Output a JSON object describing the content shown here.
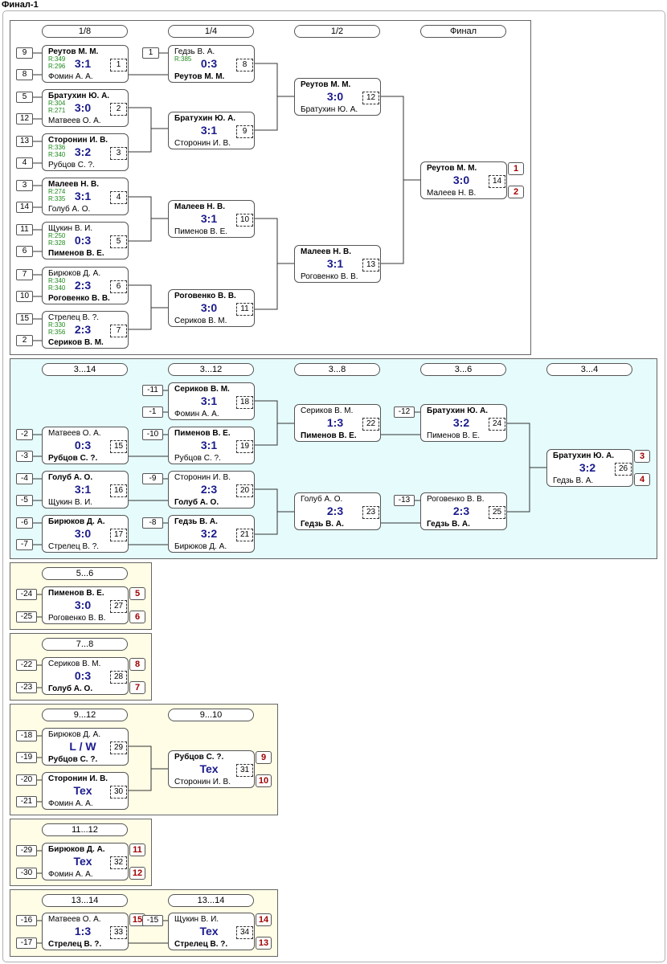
{
  "title": "Финал-1",
  "colors": {
    "score": "#1a1a8c",
    "rating": "#1d8a1d",
    "place": "#a00000",
    "panel_main": "#ffffff",
    "panel_consolation": "#e6fbfc",
    "panel_placement": "#fffde6"
  },
  "rounds": {
    "r1_8": "1/8",
    "r1_4": "1/4",
    "r1_2": "1/2",
    "final": "Финал",
    "r3_14": "3...14",
    "r3_12": "3...12",
    "r3_8": "3...8",
    "r3_6": "3...6",
    "r3_4": "3...4",
    "r5_6": "5...6",
    "r7_8": "7...8",
    "r9_12": "9...12",
    "r9_10": "9...10",
    "r11_12": "11...12",
    "r13_14a": "13...14",
    "r13_14b": "13...14"
  },
  "matches": {
    "m1": {
      "p1": "Реутов М. М.",
      "p2": "Фомин А. А.",
      "r1": "R:349",
      "r2": "R:296",
      "score": "3:1",
      "num": "1",
      "s1": "9",
      "s2": "8"
    },
    "m2": {
      "p1": "Братухин Ю. А.",
      "p2": "Матвеев О. А.",
      "r1": "R:304",
      "r2": "R:271",
      "score": "3:0",
      "num": "2",
      "s1": "5",
      "s2": "12"
    },
    "m3": {
      "p1": "Сторонин И. В.",
      "p2": "Рубцов С. ?.",
      "r1": "R:336",
      "r2": "R:340",
      "score": "3:2",
      "num": "3",
      "s1": "13",
      "s2": "4"
    },
    "m4": {
      "p1": "Малеев Н. В.",
      "p2": "Голуб А. О.",
      "r1": "R:274",
      "r2": "R:335",
      "score": "3:1",
      "num": "4",
      "s1": "3",
      "s2": "14"
    },
    "m5": {
      "p1": "Щукин В. И.",
      "p2": "Пименов В. Е.",
      "r1": "R:250",
      "r2": "R:328",
      "score": "0:3",
      "num": "5",
      "s1": "11",
      "s2": "6"
    },
    "m6": {
      "p1": "Бирюков Д. А.",
      "p2": "Роговенко В. В.",
      "r1": "R:340",
      "r2": "R:340",
      "score": "2:3",
      "num": "6",
      "s1": "7",
      "s2": "10"
    },
    "m7": {
      "p1": "Стрелец В. ?.",
      "p2": "Сериков В. М.",
      "r1": "R:330",
      "r2": "R:356",
      "score": "2:3",
      "num": "7",
      "s1": "15",
      "s2": "2"
    },
    "m8": {
      "p1": "Гедзь В. А.",
      "p2": "Реутов М. М.",
      "r1": "R:385",
      "r2": "",
      "score": "0:3",
      "num": "8",
      "s1": "1"
    },
    "m9": {
      "p1": "Братухин Ю. А.",
      "p2": "Сторонин И. В.",
      "score": "3:1",
      "num": "9"
    },
    "m10": {
      "p1": "Малеев Н. В.",
      "p2": "Пименов В. Е.",
      "score": "3:1",
      "num": "10"
    },
    "m11": {
      "p1": "Роговенко В. В.",
      "p2": "Сериков В. М.",
      "score": "3:0",
      "num": "11"
    },
    "m12": {
      "p1": "Реутов М. М.",
      "p2": "Братухин Ю. А.",
      "score": "3:0",
      "num": "12"
    },
    "m13": {
      "p1": "Малеев Н. В.",
      "p2": "Роговенко В. В.",
      "score": "3:1",
      "num": "13"
    },
    "m14": {
      "p1": "Реутов М. М.",
      "p2": "Малеев Н. В.",
      "score": "3:0",
      "num": "14",
      "pl1": "1",
      "pl2": "2"
    },
    "m15": {
      "p1": "Матвеев О. А.",
      "p2": "Рубцов С. ?.",
      "score": "0:3",
      "num": "15",
      "s1": "-2",
      "s2": "-3"
    },
    "m16": {
      "p1": "Голуб А. О.",
      "p2": "Щукин В. И.",
      "score": "3:1",
      "num": "16",
      "s1": "-4",
      "s2": "-5"
    },
    "m17": {
      "p1": "Бирюков Д. А.",
      "p2": "Стрелец В. ?.",
      "score": "3:0",
      "num": "17",
      "s1": "-6",
      "s2": "-7"
    },
    "m18": {
      "p1": "Сериков В. М.",
      "p2": "Фомин А. А.",
      "score": "3:1",
      "num": "18",
      "s1": "-11",
      "s2": "-1"
    },
    "m19": {
      "p1": "Пименов В. Е.",
      "p2": "Рубцов С. ?.",
      "score": "3:1",
      "num": "19",
      "s1": "-10"
    },
    "m20": {
      "p1": "Сторонин И. В.",
      "p2": "Голуб А. О.",
      "score": "2:3",
      "num": "20",
      "s1": "-9"
    },
    "m21": {
      "p1": "Гедзь В. А.",
      "p2": "Бирюков Д. А.",
      "score": "3:2",
      "num": "21",
      "s1": "-8"
    },
    "m22": {
      "p1": "Сериков В. М.",
      "p2": "Пименов В. Е.",
      "score": "1:3",
      "num": "22"
    },
    "m23": {
      "p1": "Голуб А. О.",
      "p2": "Гедзь В. А.",
      "score": "2:3",
      "num": "23"
    },
    "m24": {
      "p1": "Братухин Ю. А.",
      "p2": "Пименов В. Е.",
      "score": "3:2",
      "num": "24",
      "s1": "-12"
    },
    "m25": {
      "p1": "Роговенко В. В.",
      "p2": "Гедзь В. А.",
      "score": "2:3",
      "num": "25",
      "s1": "-13"
    },
    "m26": {
      "p1": "Братухин Ю. А.",
      "p2": "Гедзь В. А.",
      "score": "3:2",
      "num": "26",
      "pl1": "3",
      "pl2": "4"
    },
    "m27": {
      "p1": "Пименов В. Е.",
      "p2": "Роговенко В. В.",
      "score": "3:0",
      "num": "27",
      "s1": "-24",
      "s2": "-25",
      "pl1": "5",
      "pl2": "6"
    },
    "m28": {
      "p1": "Сериков В. М.",
      "p2": "Голуб А. О.",
      "score": "0:3",
      "num": "28",
      "s1": "-22",
      "s2": "-23",
      "pl1": "8",
      "pl2": "7"
    },
    "m29": {
      "p1": "Бирюков Д. А.",
      "p2": "Рубцов С. ?.",
      "score": "L / W",
      "num": "29",
      "s1": "-18",
      "s2": "-19"
    },
    "m30": {
      "p1": "Сторонин И. В.",
      "p2": "Фомин А. А.",
      "score": "Tex",
      "num": "30",
      "s1": "-20",
      "s2": "-21"
    },
    "m31": {
      "p1": "Рубцов С. ?.",
      "p2": "Сторонин И. В.",
      "score": "Tex",
      "num": "31",
      "pl1": "9",
      "pl2": "10"
    },
    "m32": {
      "p1": "Бирюков Д. А.",
      "p2": "Фомин А. А.",
      "score": "Tex",
      "num": "32",
      "s1": "-29",
      "s2": "-30",
      "pl1": "11",
      "pl2": "12"
    },
    "m33": {
      "p1": "Матвеев О. А.",
      "p2": "Стрелец В. ?.",
      "score": "1:3",
      "num": "33",
      "s1": "-16",
      "s2": "-17",
      "pl1": "15"
    },
    "m34": {
      "p1": "Щукин В. И.",
      "p2": "Стрелец В. ?.",
      "score": "Tex",
      "num": "34",
      "s1": "-15",
      "pl1": "14",
      "pl2": "13"
    }
  }
}
